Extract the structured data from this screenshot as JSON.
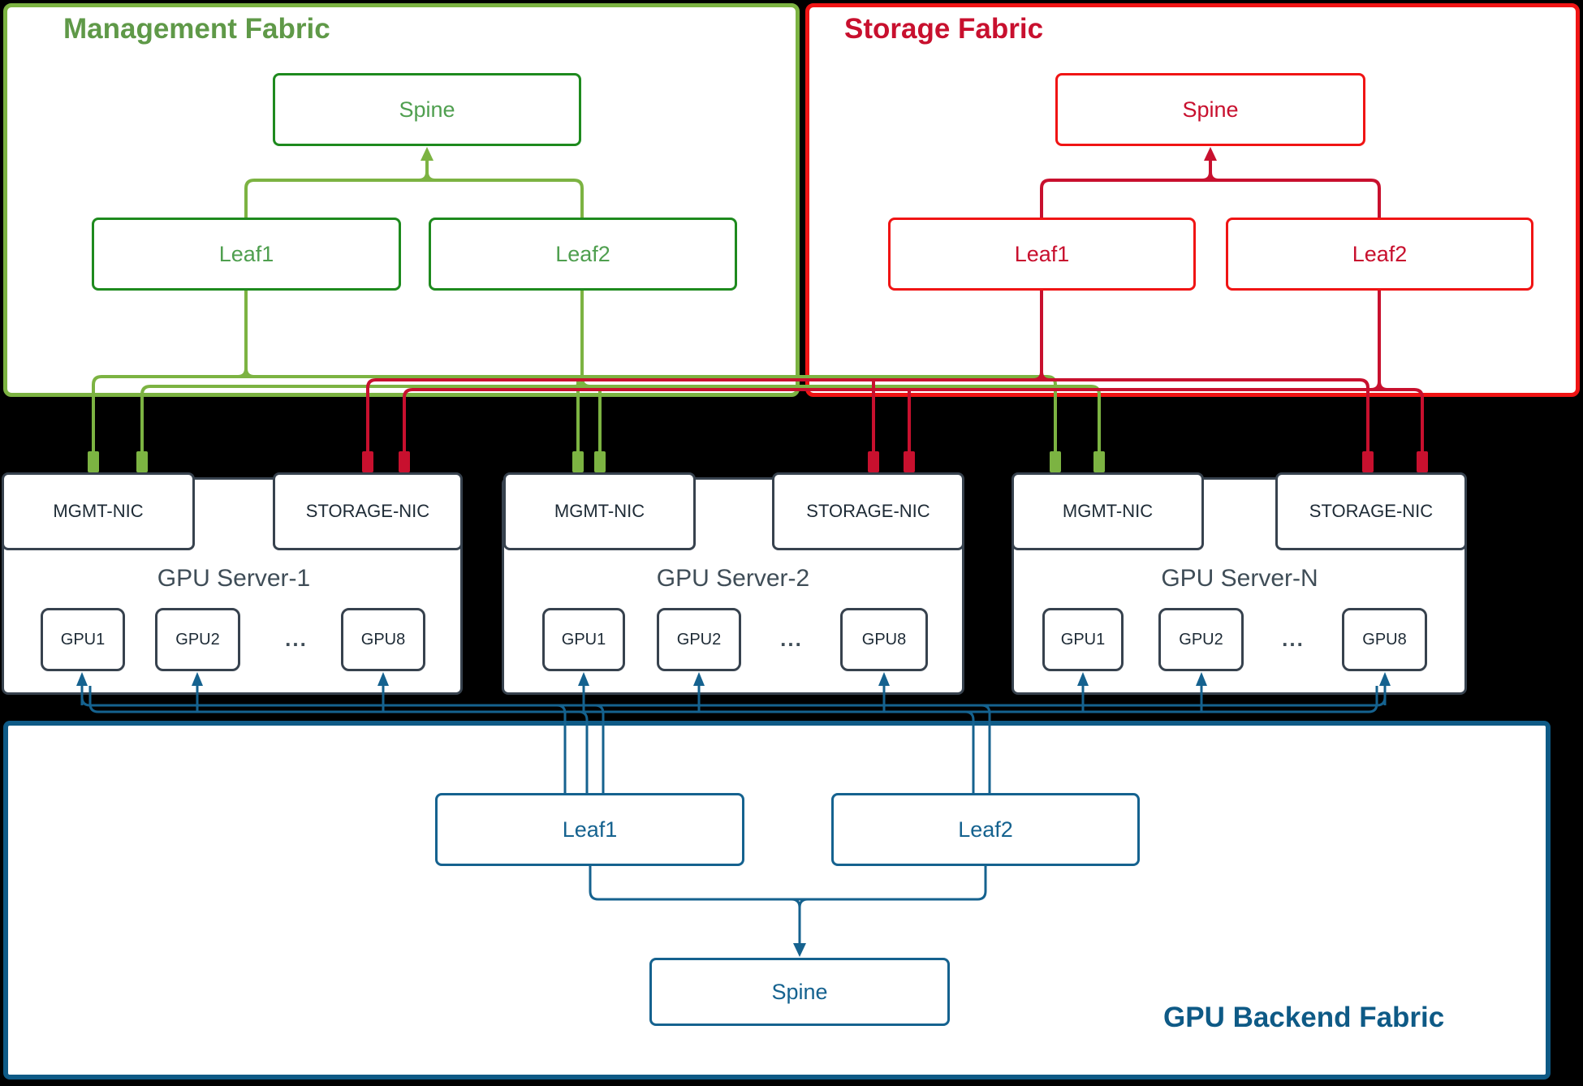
{
  "colors": {
    "background": "#000000",
    "panel_fill": "#ffffff",
    "green_line": "#7cb342",
    "green_border": "#1e8a1e",
    "green_text": "#4f9f4f",
    "green_title": "#5f9948",
    "red_border": "#f01414",
    "red_accent": "#c8102e",
    "node_border": "#37424e",
    "node_text": "#1d2a35",
    "server_title_text": "#3f4d57",
    "blue_line": "#15628f",
    "blue_title": "#0e5a86"
  },
  "management_fabric": {
    "title": "Management Fabric",
    "spine_label": "Spine",
    "leaf1_label": "Leaf1",
    "leaf2_label": "Leaf2"
  },
  "storage_fabric": {
    "title": "Storage Fabric",
    "spine_label": "Spine",
    "leaf1_label": "Leaf1",
    "leaf2_label": "Leaf2"
  },
  "gpu_backend_fabric": {
    "title": "GPU Backend Fabric",
    "spine_label": "Spine",
    "leaf1_label": "Leaf1",
    "leaf2_label": "Leaf2"
  },
  "servers": [
    {
      "title": "GPU Server-1",
      "mgmt_nic_label": "MGMT-NIC",
      "storage_nic_label": "STORAGE-NIC",
      "gpu_labels": [
        "GPU1",
        "GPU2",
        "GPU8"
      ],
      "ellipsis": "..."
    },
    {
      "title": "GPU Server-2",
      "mgmt_nic_label": "MGMT-NIC",
      "storage_nic_label": "STORAGE-NIC",
      "gpu_labels": [
        "GPU1",
        "GPU2",
        "GPU8"
      ],
      "ellipsis": "..."
    },
    {
      "title": "GPU Server-N",
      "mgmt_nic_label": "MGMT-NIC",
      "storage_nic_label": "STORAGE-NIC",
      "gpu_labels": [
        "GPU1",
        "GPU2",
        "GPU8"
      ],
      "ellipsis": "..."
    }
  ]
}
